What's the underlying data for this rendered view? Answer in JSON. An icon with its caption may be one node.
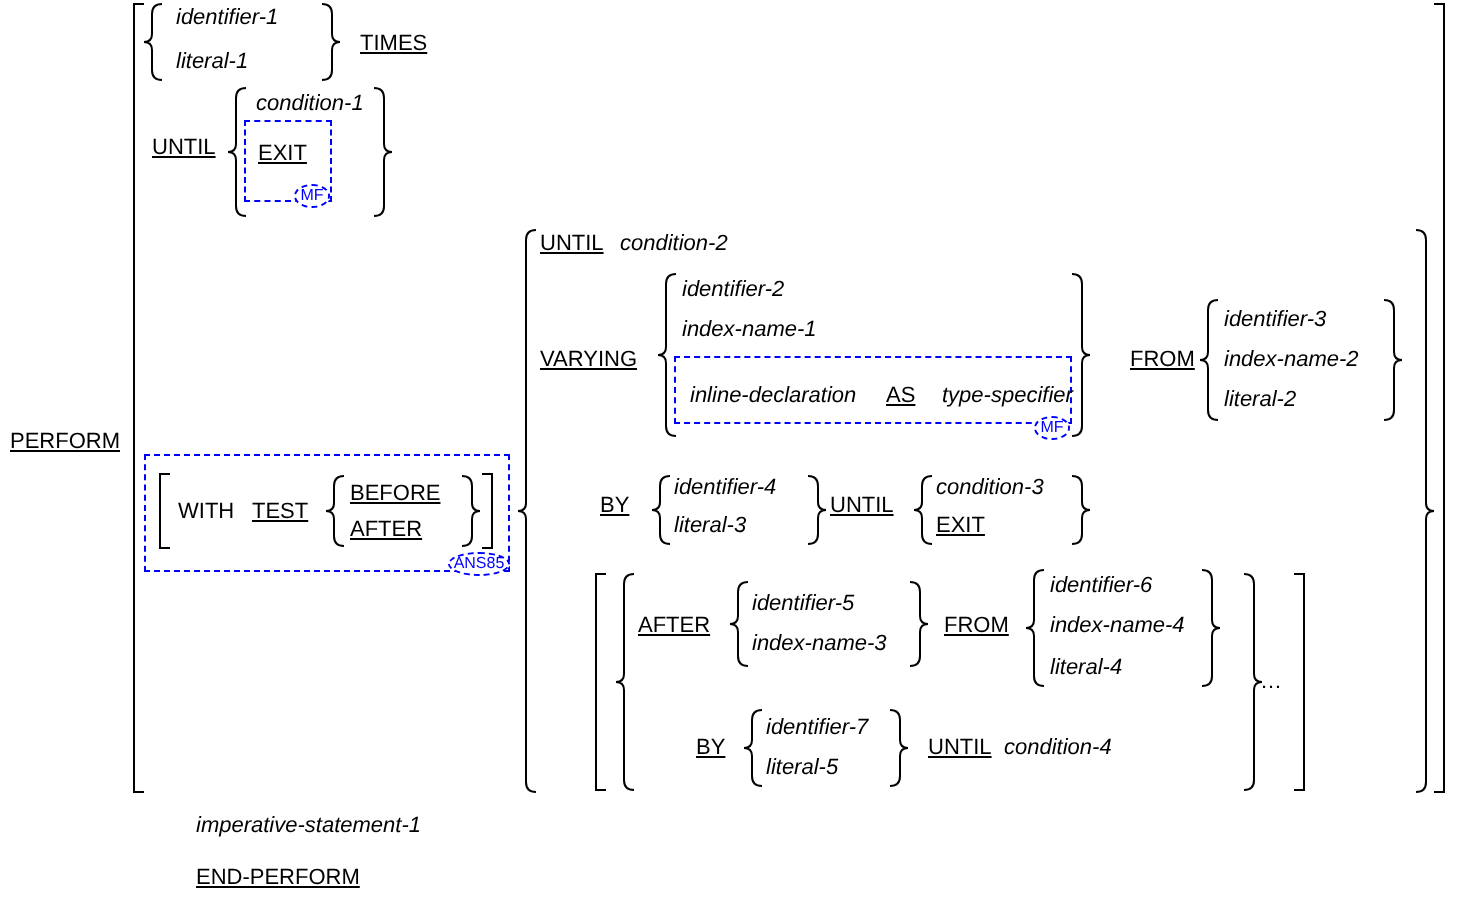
{
  "diagram": {
    "nodes": [
      {
        "text": [
          "EXIT"
        ]
      },
      {
        "text": [
          "MF"
        ]
      },
      {
        "text": [
          "inline-declaration",
          "AS",
          "type-specifier"
        ]
      },
      {
        "text": [
          "MF"
        ]
      },
      {
        "text": [
          "WITH",
          "TEST",
          "BEFORE",
          "AFTER"
        ]
      },
      {
        "text": [
          "ANS85"
        ]
      }
    ],
    "labels": [
      "identifier-1",
      "TIMES",
      "literal-1",
      "condition-1",
      "UNTIL",
      "UNTIL",
      "condition-2",
      "identifier-2",
      "VARYING",
      "index-name-1",
      "identifier-3",
      "FROM",
      "index-name-2",
      "literal-2",
      "PERFORM",
      "BY",
      "identifier-4",
      "UNTIL",
      "condition-3",
      "literal-3",
      "EXIT",
      "identifier-5",
      "AFTER",
      "identifier-6",
      "FROM",
      "index-name-3",
      "index-name-4",
      "literal-4",
      "…",
      "identifier-7",
      "BY",
      "UNTIL",
      "condition-4",
      "literal-5",
      "imperative-statement-1",
      "END-PERFORM"
    ]
  }
}
